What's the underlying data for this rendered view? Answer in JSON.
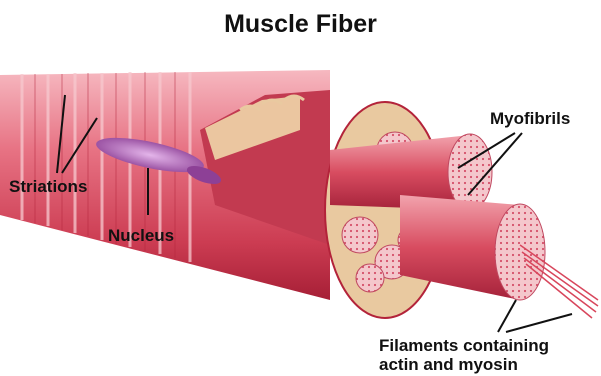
{
  "title": "Muscle Fiber",
  "labels": {
    "striations": "Striations",
    "nucleus": "Nucleus",
    "myofibrils": "Myofibrils",
    "filaments_line1": "Filaments containing",
    "filaments_line2": "actin and myosin"
  },
  "colors": {
    "fiber_light": "#f3a6b0",
    "fiber_mid": "#dd5566",
    "fiber_dark": "#b3233a",
    "section_face": "#e9c9a0",
    "nucleus": "#b56ab8",
    "leader_line": "#111111"
  }
}
